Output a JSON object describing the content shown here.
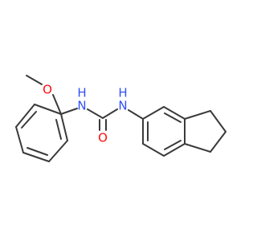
{
  "molecule": {
    "atoms": {
      "methoxy_oxygen": "O",
      "carbonyl_oxygen": "O",
      "left_nitrogen": "N",
      "left_hydrogen": "H",
      "right_nitrogen": "N",
      "right_hydrogen": "H"
    },
    "colors": {
      "bond": "#3a3a3a",
      "oxygen": "#ff0d0d",
      "nitrogen": "#3050f8"
    }
  }
}
